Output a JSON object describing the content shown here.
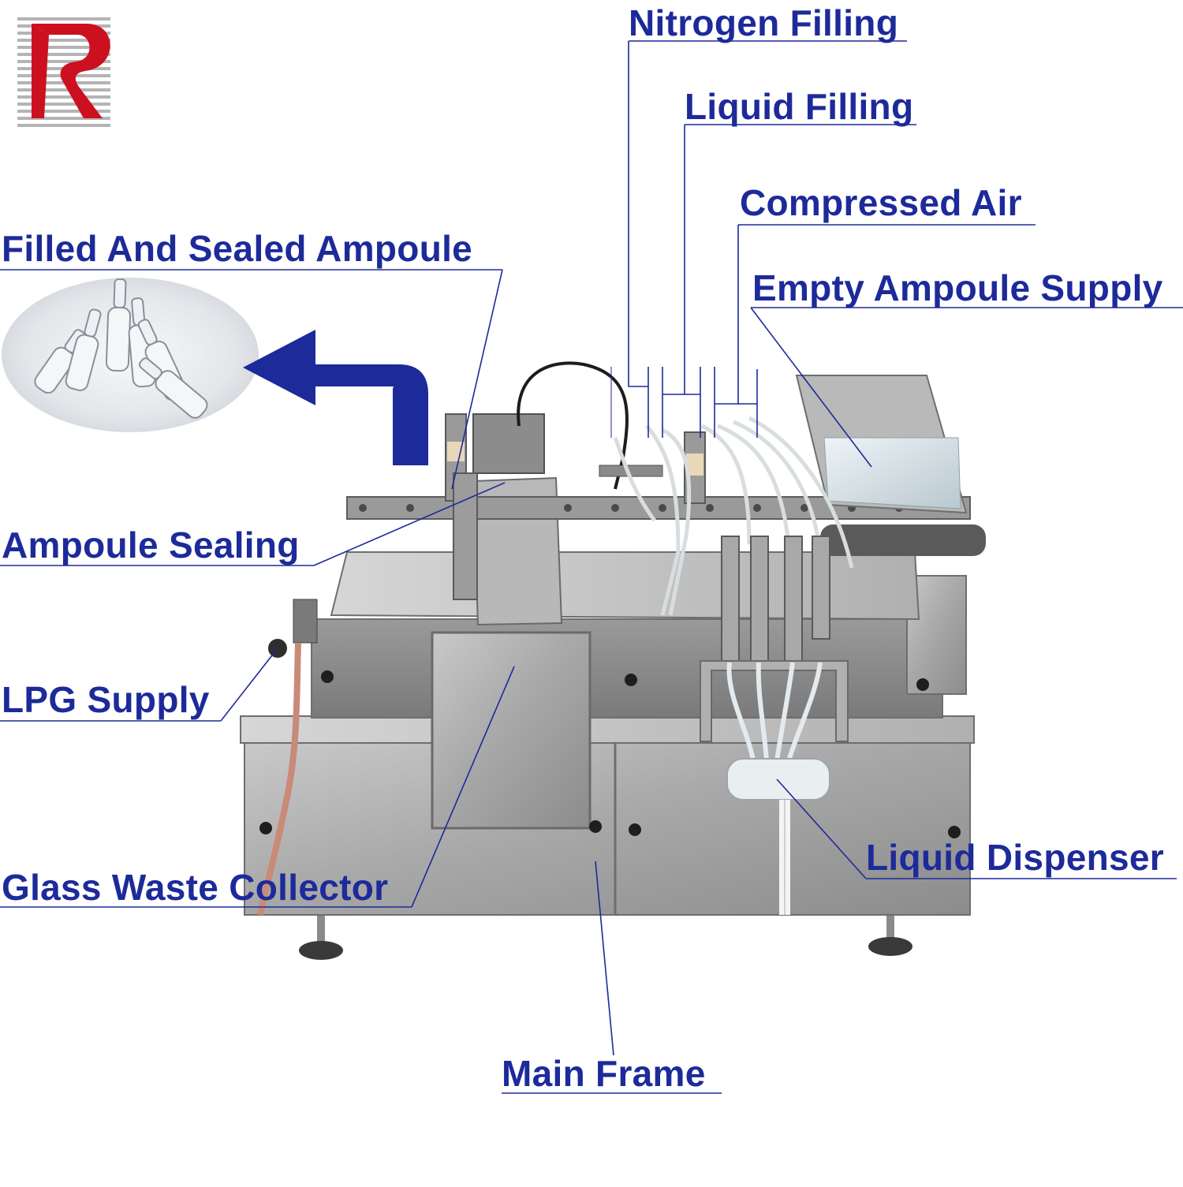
{
  "logo": {
    "icon": "company-logo-icon",
    "colors": {
      "red": "#cc1020",
      "stripes": "#b4b4b4"
    }
  },
  "accent_color": "#1d2a9a",
  "callouts": {
    "nitrogen_filling": "Nitrogen Filling",
    "liquid_filling": "Liquid Filling",
    "compressed_air": "Compressed Air",
    "empty_ampoule_supply": "Empty Ampoule Supply",
    "filled_sealed_ampoule": "Filled And Sealed Ampoule",
    "ampoule_sealing": "Ampoule Sealing",
    "lpg_supply": "LPG Supply",
    "glass_waste_collector": "Glass Waste Collector",
    "liquid_dispenser": "Liquid Dispenser",
    "main_frame": "Main Frame"
  },
  "images": {
    "ampoules": "filled-ampoules-photo",
    "machine": "ampoule-filling-sealing-machine-photo",
    "arrow": "output-direction-arrow-icon"
  }
}
